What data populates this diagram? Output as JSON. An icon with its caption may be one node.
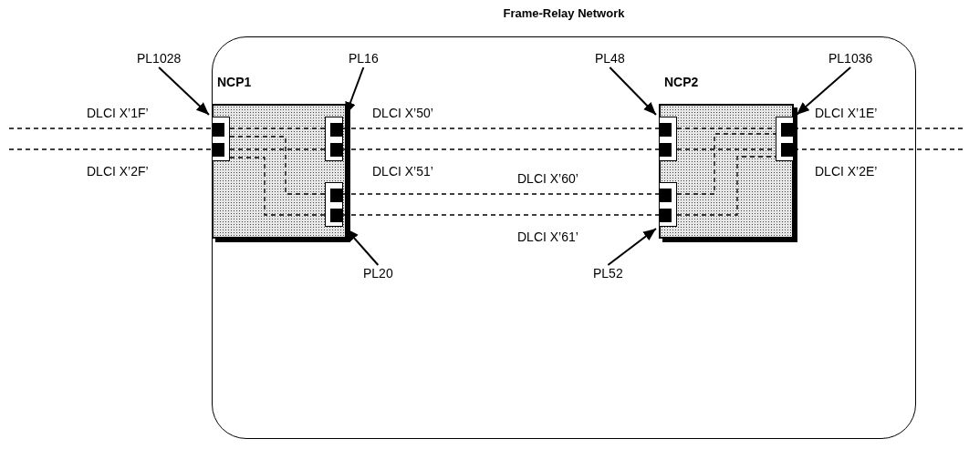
{
  "diagram": {
    "nodes": [
      {
        "text": [
          "Frame-Relay Network"
        ]
      },
      {
        "text": [
          "NCP1"
        ],
        "in": 0
      },
      {
        "text": [],
        "shape": "box",
        "in": 1
      },
      {
        "text": [],
        "shape": "box",
        "in": 1
      },
      {
        "text": [],
        "shape": "box",
        "in": 1
      },
      {
        "text": [
          "NCP2"
        ],
        "in": 0
      },
      {
        "text": [],
        "shape": "box",
        "in": 5
      },
      {
        "text": [],
        "shape": "box",
        "in": 5
      },
      {
        "text": [],
        "shape": "box",
        "in": 5
      },
      {
        "text": [
          "PL1028"
        ]
      },
      {
        "text": [
          "PL16"
        ],
        "in": 0
      },
      {
        "text": [
          "PL20"
        ],
        "in": 0
      },
      {
        "text": [
          "PL48"
        ],
        "in": 0
      },
      {
        "text": [
          "PL52"
        ],
        "in": 0
      },
      {
        "text": [
          "PL1036"
        ],
        "in": 0
      }
    ],
    "edges": [
      {
        "from": null,
        "to": 2,
        "arrow": "none",
        "style": "dashed",
        "label": "DLCI X’1F’"
      },
      {
        "from": null,
        "to": 2,
        "arrow": "none",
        "style": "dashed",
        "label": "DLCI X’2F’"
      },
      {
        "from": 2,
        "to": 3,
        "arrow": "none",
        "style": "dashed"
      },
      {
        "from": 2,
        "to": 3,
        "arrow": "none",
        "style": "dashed"
      },
      {
        "from": 2,
        "to": 4,
        "arrow": "none",
        "style": "dashed"
      },
      {
        "from": 2,
        "to": 4,
        "arrow": "none",
        "style": "dashed"
      },
      {
        "from": 3,
        "to": 6,
        "arrow": "none",
        "style": "dashed",
        "label": "DLCI X’50’"
      },
      {
        "from": 3,
        "to": 6,
        "arrow": "none",
        "style": "dashed",
        "label": "DLCI X’51’"
      },
      {
        "from": 4,
        "to": 7,
        "arrow": "none",
        "style": "dashed",
        "label": "DLCI X’60’"
      },
      {
        "from": 4,
        "to": 7,
        "arrow": "none",
        "style": "dashed",
        "label": "DLCI X’61’"
      },
      {
        "from": 6,
        "to": 8,
        "arrow": "none",
        "style": "dashed"
      },
      {
        "from": 6,
        "to": 8,
        "arrow": "none",
        "style": "dashed"
      },
      {
        "from": 7,
        "to": 8,
        "arrow": "none",
        "style": "dashed"
      },
      {
        "from": 7,
        "to": 8,
        "arrow": "none",
        "style": "dashed"
      },
      {
        "from": 8,
        "to": null,
        "arrow": "none",
        "style": "dashed",
        "label": "DLCI X’1E’"
      },
      {
        "from": 8,
        "to": null,
        "arrow": "none",
        "style": "dashed",
        "label": "DLCI X’2E’"
      },
      {
        "from": 9,
        "to": 2,
        "arrow": "to"
      },
      {
        "from": 10,
        "to": 3,
        "arrow": "to"
      },
      {
        "from": 11,
        "to": 4,
        "arrow": "to"
      },
      {
        "from": 12,
        "to": 6,
        "arrow": "to"
      },
      {
        "from": 13,
        "to": 7,
        "arrow": "to"
      },
      {
        "from": 14,
        "to": 8,
        "arrow": "to"
      }
    ]
  }
}
